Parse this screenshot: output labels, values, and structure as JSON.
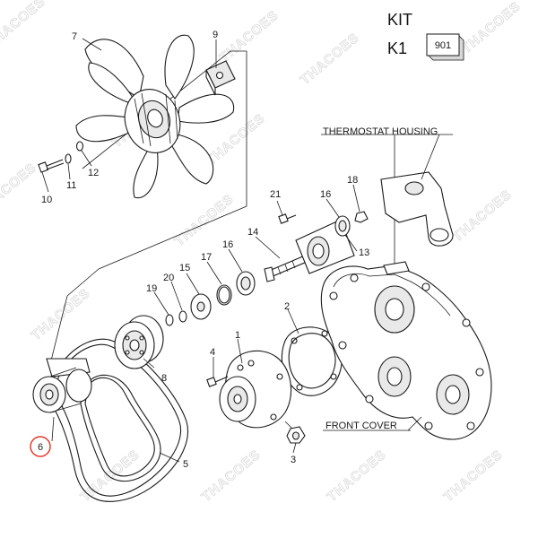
{
  "header": {
    "kit_label": "KIT",
    "kit_code": "K1",
    "kit_number": "901"
  },
  "callouts": {
    "thermostat_housing": "THERMOSTAT HOUSING",
    "front_cover": "FRONT COVER"
  },
  "part_numbers": {
    "p1": "1",
    "p2": "2",
    "p3": "3",
    "p4": "4",
    "p5": "5",
    "p6": "6",
    "p7": "7",
    "p8": "8",
    "p9": "9",
    "p10": "10",
    "p11": "11",
    "p12": "12",
    "p13": "13",
    "p14": "14",
    "p15": "15",
    "p16a": "16",
    "p16b": "16",
    "p17": "17",
    "p18": "18",
    "p19": "19",
    "p20": "20",
    "p21": "21"
  },
  "selected_part": "6",
  "watermark": "THACOES",
  "colors": {
    "highlight": "#e23a2a",
    "line": "#1a1a1a",
    "watermark": "#d6d6d6"
  }
}
